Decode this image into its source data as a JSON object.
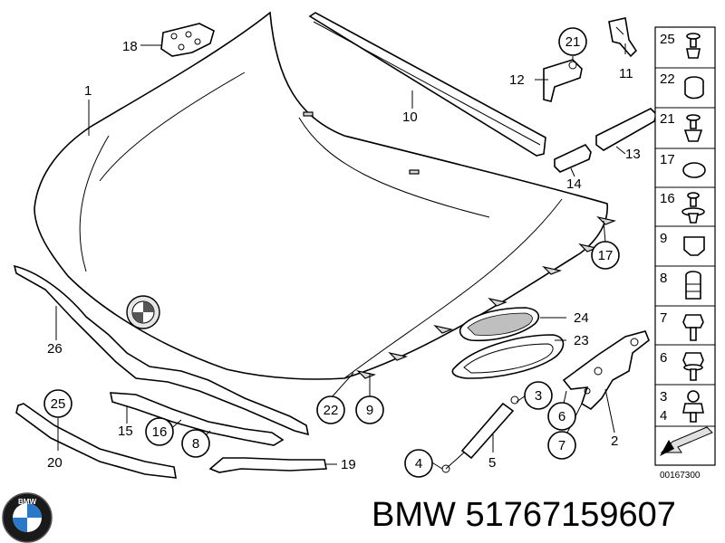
{
  "brand": "BMW",
  "part_number": "51767159607",
  "drawing_code": "00167300",
  "logo_letters": "BMW",
  "callouts": {
    "c1": "1",
    "c2": "2",
    "c3": "3",
    "c4": "4",
    "c5": "5",
    "c6": "6",
    "c7": "7",
    "c8": "8",
    "c9": "9",
    "c10": "10",
    "c11": "11",
    "c12": "12",
    "c13": "13",
    "c14": "14",
    "c15": "15",
    "c16": "16",
    "c17": "17",
    "c18": "18",
    "c19": "19",
    "c20": "20",
    "c21": "21",
    "c22": "22",
    "c23": "23",
    "c24": "24",
    "c25": "25",
    "c26": "26"
  },
  "legend": [
    {
      "id": "25"
    },
    {
      "id": "22"
    },
    {
      "id": "21"
    },
    {
      "id": "17"
    },
    {
      "id": "16"
    },
    {
      "id": "9"
    },
    {
      "id": "8"
    },
    {
      "id": "7"
    },
    {
      "id": "6"
    },
    {
      "id": "3",
      "sub": "4"
    }
  ]
}
